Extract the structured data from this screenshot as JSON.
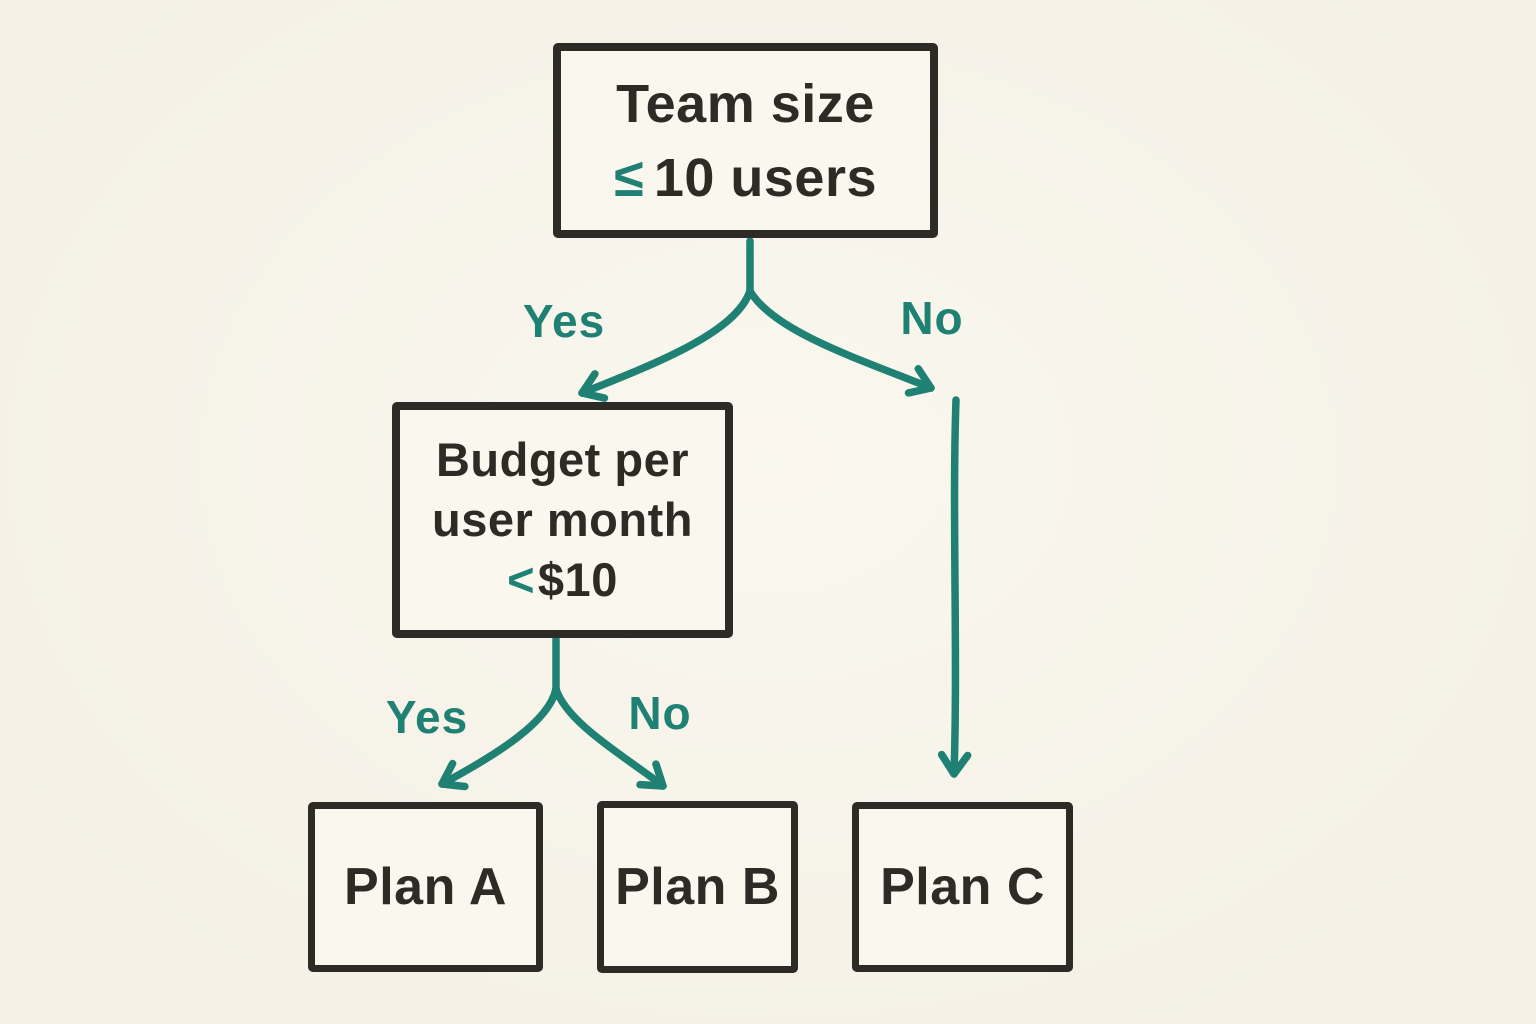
{
  "colors": {
    "background": "#f8f4e9",
    "box_fill": "#faf7ee",
    "ink": "#2e2a26",
    "teal": "#1e8173"
  },
  "diagram": {
    "type": "decision-tree-flowchart",
    "nodes": {
      "root": {
        "line1": "Team size",
        "operator": "≤",
        "line2": "10 users"
      },
      "budget": {
        "line1": "Budget per",
        "line2": "user month",
        "operator": "<",
        "line3": "$10"
      },
      "plan_a": {
        "label": "Plan A"
      },
      "plan_b": {
        "label": "Plan B"
      },
      "plan_c": {
        "label": "Plan C"
      }
    },
    "edges": [
      {
        "from": "root",
        "to": "budget",
        "label": "Yes"
      },
      {
        "from": "root",
        "to": "plan_c",
        "label": "No"
      },
      {
        "from": "budget",
        "to": "plan_a",
        "label": "Yes"
      },
      {
        "from": "budget",
        "to": "plan_b",
        "label": "No"
      }
    ]
  }
}
